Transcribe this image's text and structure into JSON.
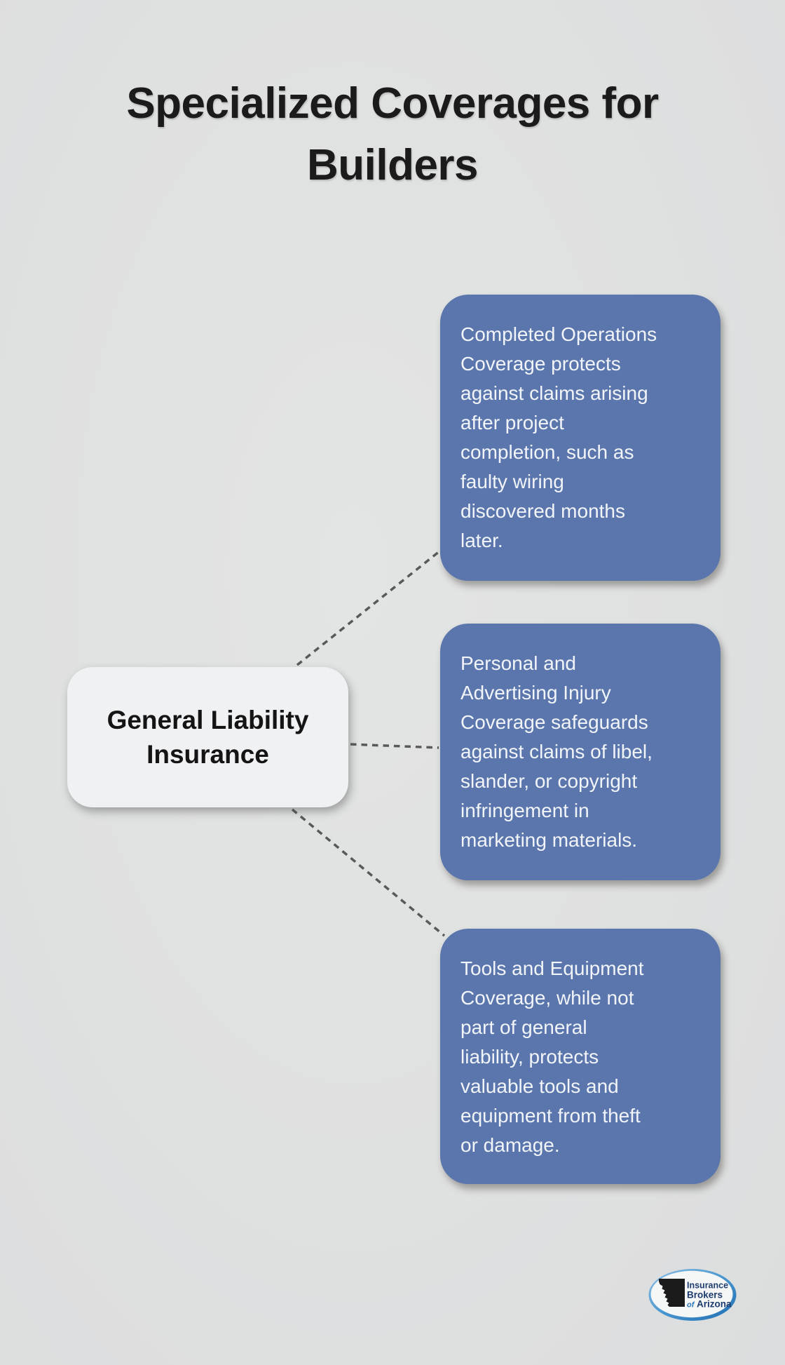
{
  "title": {
    "lines": [
      "Specialized Coverages for",
      "Builders"
    ]
  },
  "central_node": {
    "lines": [
      "General Liability",
      "Insurance"
    ]
  },
  "cards": [
    {
      "lines": [
        "Completed Operations",
        "Coverage protects",
        "against claims arising",
        "after project",
        "completion, such as",
        "faulty wiring",
        "discovered months",
        "later."
      ]
    },
    {
      "lines": [
        "Personal and",
        "Advertising Injury",
        "Coverage safeguards",
        "against claims of libel,",
        "slander, or copyright",
        "infringement in",
        "marketing materials."
      ]
    },
    {
      "lines": [
        "Tools and Equipment",
        "Coverage, while not",
        "part of general",
        "liability, protects",
        "valuable tools and",
        "equipment from theft",
        "or damage."
      ]
    }
  ],
  "logo": {
    "line1": "Insurance",
    "line2": "Brokers",
    "line3_of": "of",
    "line3_main": "Arizona"
  },
  "colors": {
    "background": "#dfe0e0",
    "card_background": "#5b76ac",
    "card_text": "#f1f4f8",
    "node_background": "#f0f1f3",
    "node_text": "#141414",
    "connector": "#58595b",
    "logo_navy": "#1d3c6f",
    "logo_blue": "#2878bb"
  }
}
